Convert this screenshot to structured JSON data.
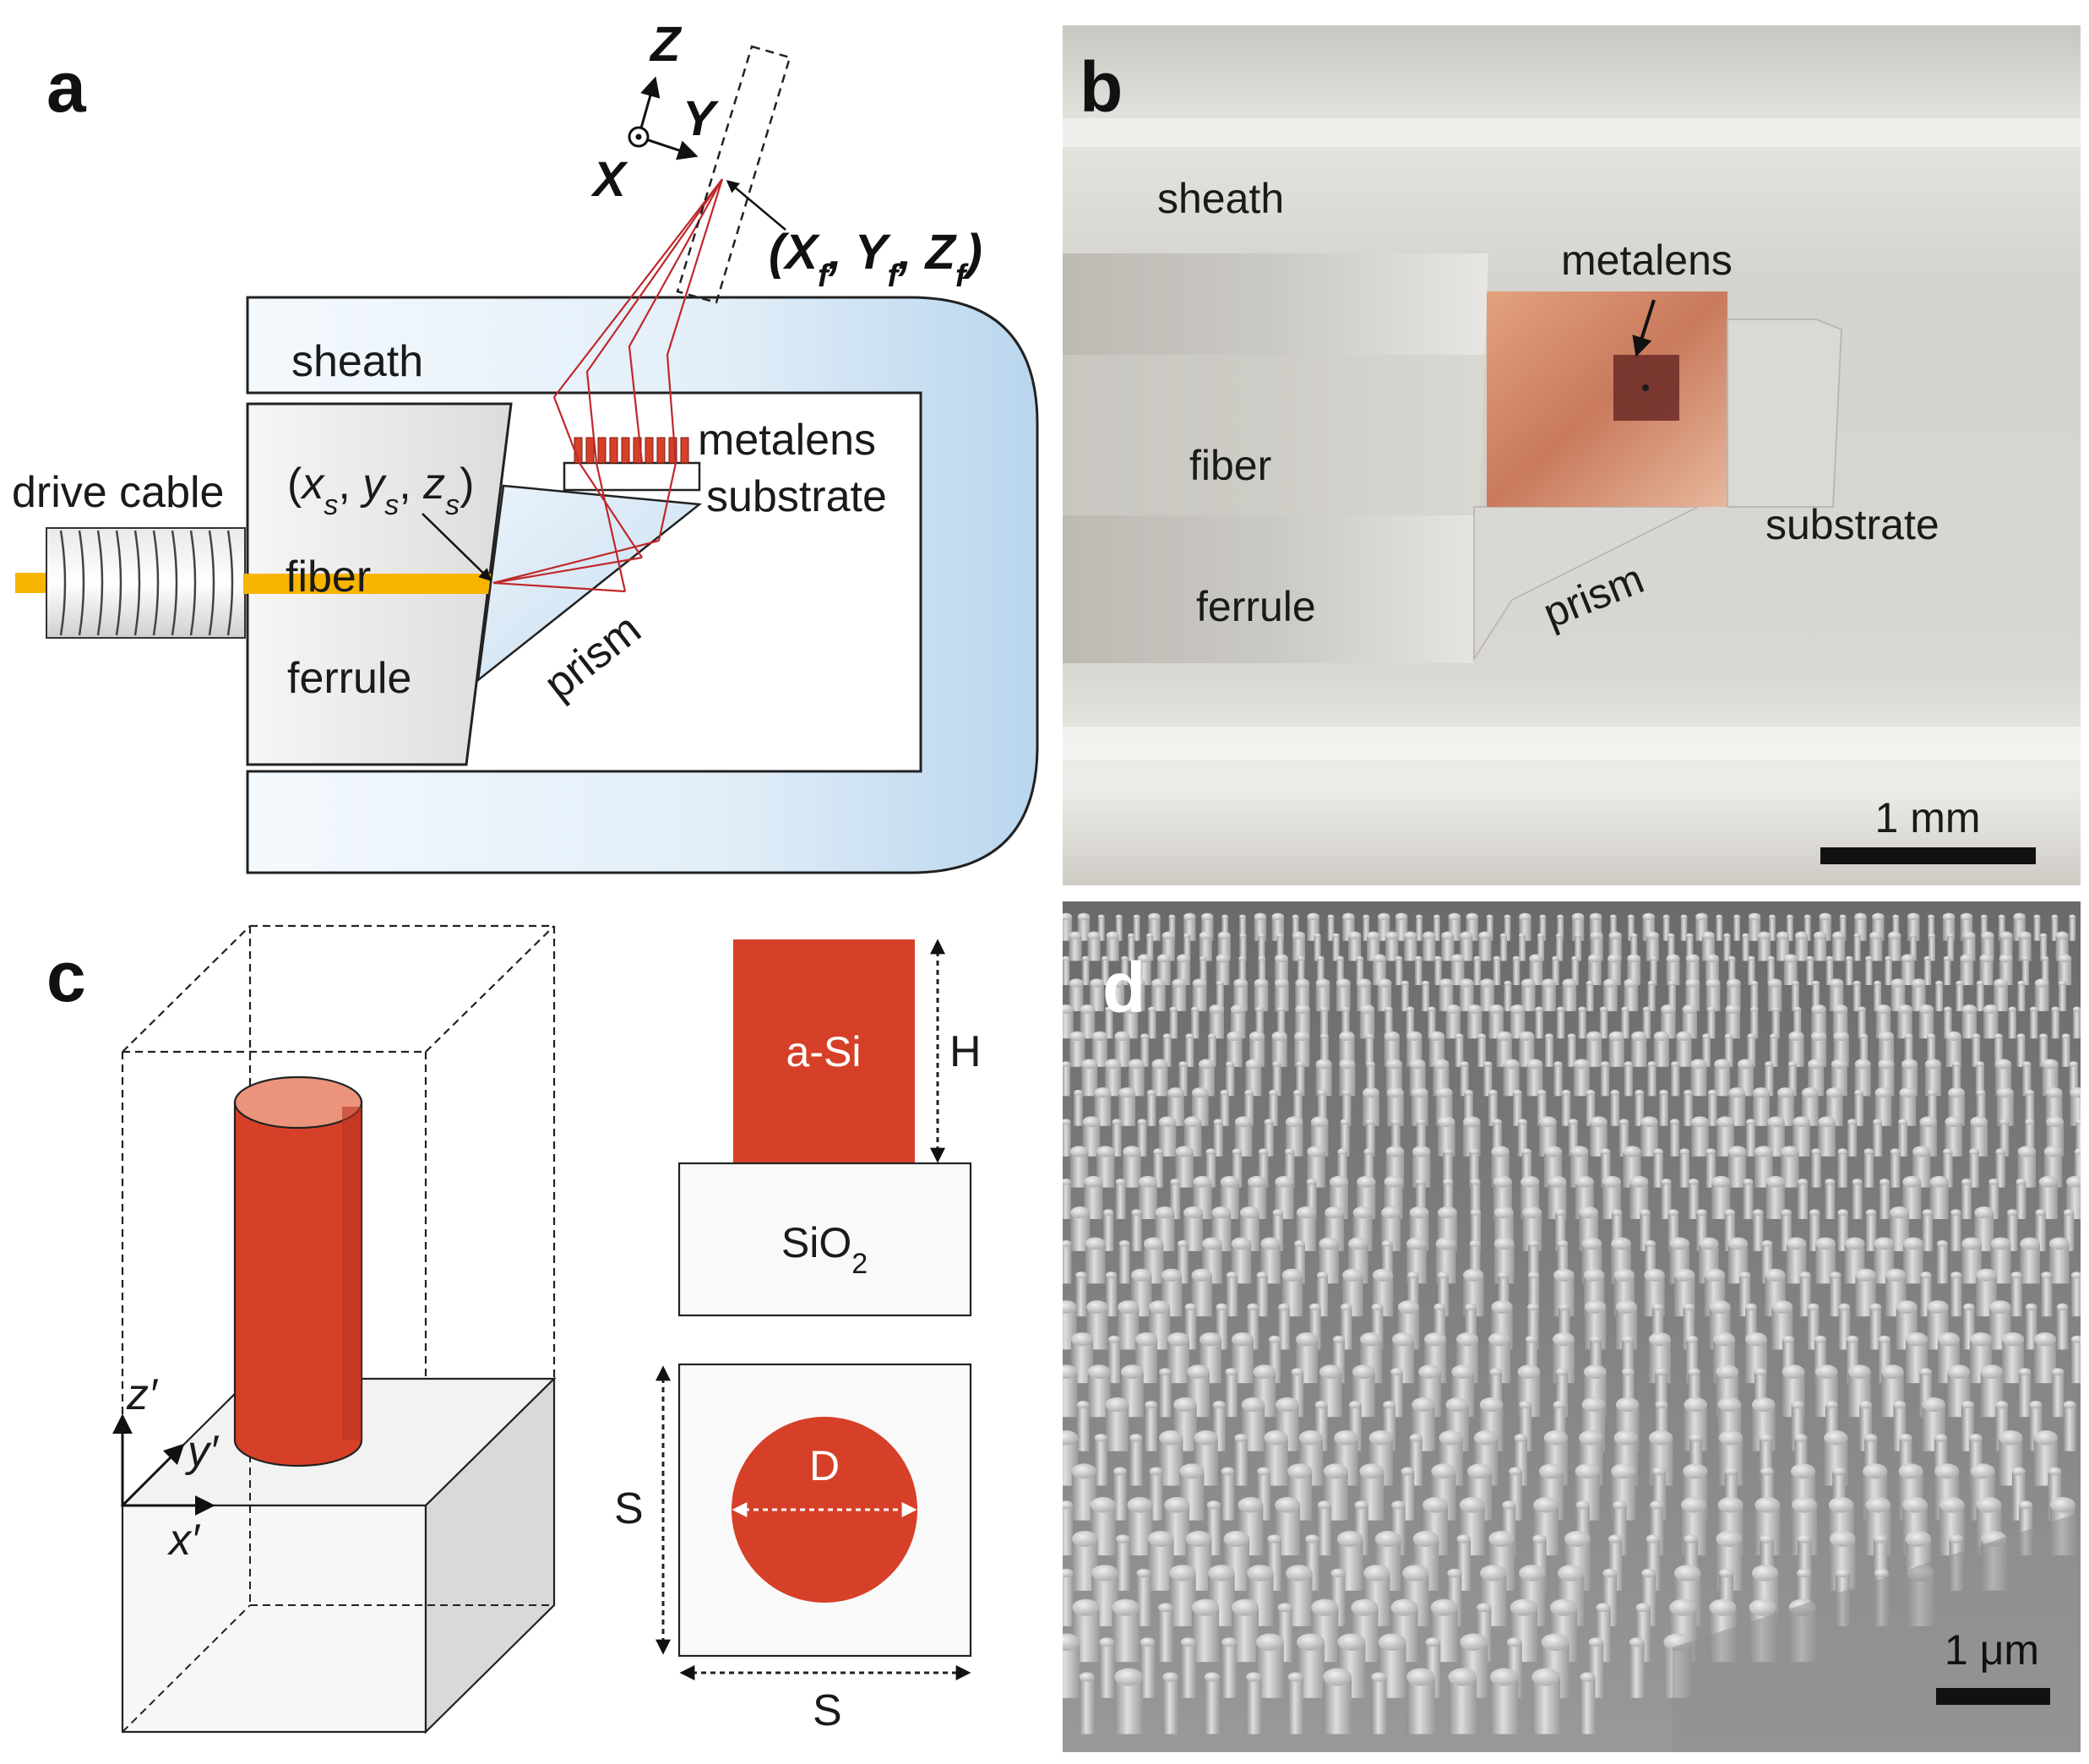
{
  "panels": {
    "a": {
      "letter": "a",
      "axes": {
        "z": "Z",
        "y": "Y",
        "x": "X"
      },
      "focus_label": "(Xf, Yf, Zf)",
      "focus": {
        "open": "(",
        "X": "X",
        "Y": "Y",
        "Z": "Z",
        "sub": "f",
        "close": ")"
      },
      "source": {
        "x": "x",
        "y": "y",
        "z": "z",
        "sub": "s"
      },
      "labels": {
        "sheath": "sheath",
        "drive_cable": "drive cable",
        "fiber": "fiber",
        "ferrule": "ferrule",
        "prism": "prism",
        "metalens": "metalens",
        "substrate": "substrate"
      }
    },
    "b": {
      "letter": "b",
      "labels": {
        "sheath": "sheath",
        "metalens": "metalens",
        "fiber": "fiber",
        "ferrule": "ferrule",
        "prism": "prism",
        "substrate": "substrate"
      },
      "scale_bar": "1 mm"
    },
    "c": {
      "letter": "c",
      "axes": {
        "z": "z′",
        "y": "y′",
        "x": "x′"
      },
      "labels": {
        "pillar": "a-Si",
        "height": "H",
        "sio2_main": "SiO",
        "sio2_sub": "2",
        "diameter": "D",
        "period_v": "S",
        "period_h": "S"
      }
    },
    "d": {
      "letter": "d",
      "scale_bar": "1 μm"
    }
  },
  "colors": {
    "metalens_red": "#d74028",
    "fiber_yellow": "#f7b500",
    "ray_red": "#c0282a",
    "sheath_blue": "#cde3f3",
    "photo_bg": "#d6d3cb",
    "sem_bg": "#7d7d7d"
  }
}
